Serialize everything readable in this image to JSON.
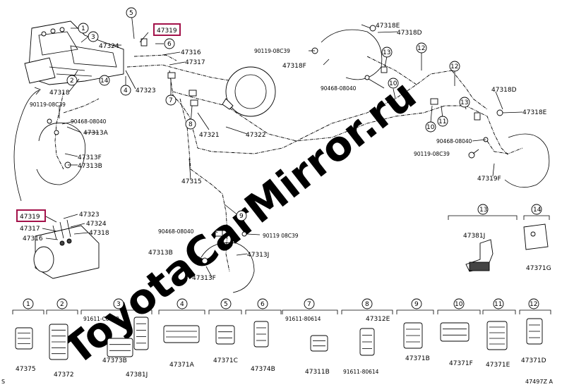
{
  "watermark": "ToyotaCarMirror.ru",
  "highlight_color": "#a3124a",
  "diagram_code": "47497Z A",
  "corner_mark": "S",
  "top_labels": {
    "p47319": "47319",
    "p47318E_top": "47318E",
    "p47318D_top": "47318D",
    "p47324": "47324",
    "p47316": "47316",
    "p47317": "47317",
    "p47323": "47323",
    "p47318": "47318",
    "p47313A": "47313A",
    "p47313F": "47313F",
    "p47313B": "47313B",
    "p47321": "47321",
    "p47322": "47322",
    "p47315": "47315",
    "p47318F": "47318F",
    "p47318D_right": "47318D",
    "p47318E_right": "47318E",
    "p47319F": "47319F",
    "p47313B_low": "47313B",
    "p47313J": "47313J",
    "p47313F_low": "47313F"
  },
  "code_labels": {
    "c90119_tl": "90119-08C39",
    "c90468_tl": "90468-08040",
    "c90119_top": "90119-08C39",
    "c90468_top": "90468-08040",
    "c90468_right": "90468-08040",
    "c90119_right": "90119-08C39",
    "c90468_low": "90468-08040",
    "c90119_low": "90119 08C39"
  },
  "inset_labels": {
    "i47319": "47319",
    "i47323": "47323",
    "i47317": "47317",
    "i47324": "47324",
    "i47318": "47318",
    "i47316": "47316"
  },
  "groups": {
    "g13": {
      "num": "13",
      "part": "47381J"
    },
    "g14": {
      "num": "14",
      "part": "47371G"
    }
  },
  "callouts": {
    "c1": "1",
    "c2": "2",
    "c3": "3",
    "c4": "4",
    "c5": "5",
    "c6": "6",
    "c7": "7",
    "c8": "8",
    "c9": "9",
    "c10a": "10",
    "c10b": "10",
    "c11": "11",
    "c12a": "12",
    "c12b": "12",
    "c13a": "13",
    "c13b": "13",
    "c14": "14"
  },
  "bottom_groups": [
    {
      "num": "1",
      "parts": [
        "47375"
      ]
    },
    {
      "num": "2",
      "parts": [
        "47372"
      ]
    },
    {
      "num": "3",
      "parts": [
        "91611-C0612",
        "47373B",
        "47381J"
      ]
    },
    {
      "num": "4",
      "parts": [
        "47371A"
      ]
    },
    {
      "num": "5",
      "parts": [
        "47371C"
      ]
    },
    {
      "num": "6",
      "parts": [
        "47374B"
      ]
    },
    {
      "num": "7",
      "parts": [
        "91611-80614",
        "47311B"
      ]
    },
    {
      "num": "8",
      "parts": [
        "47312E",
        "91611-80614"
      ]
    },
    {
      "num": "9",
      "parts": [
        "47371B"
      ]
    },
    {
      "num": "10",
      "parts": [
        "47371F"
      ]
    },
    {
      "num": "11",
      "parts": [
        "47371E"
      ]
    },
    {
      "num": "12",
      "parts": [
        "47371D"
      ]
    }
  ]
}
